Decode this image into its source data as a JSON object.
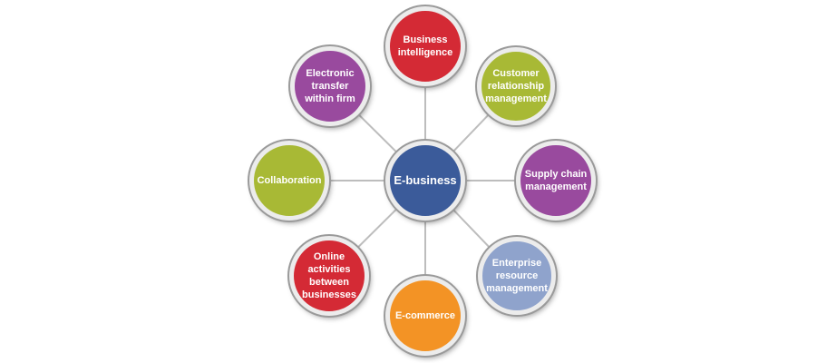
{
  "center": {
    "label": "E-business",
    "color": "#3b5b9a"
  },
  "nodes": [
    {
      "id": "business-intelligence",
      "label": "Business\nintelligence",
      "color": "#d42a35"
    },
    {
      "id": "customer-relationship-management",
      "label": "Customer\nrelationship\nmanagement",
      "color": "#a8b935"
    },
    {
      "id": "supply-chain-management",
      "label": "Supply chain\nmanagement",
      "color": "#994a9e"
    },
    {
      "id": "enterprise-resource-management",
      "label": "Enterprise\nresource\nmanagement",
      "color": "#8fa3cc"
    },
    {
      "id": "e-commerce",
      "label": "E-commerce",
      "color": "#f39325"
    },
    {
      "id": "online-activities-between-businesses",
      "label": "Online\nactivities\nbetween\nbusinesses",
      "color": "#d42a35"
    },
    {
      "id": "collaboration",
      "label": "Collaboration",
      "color": "#a8b935"
    },
    {
      "id": "electronic-transfer-within-firm",
      "label": "Electronic\ntransfer\nwithin firm",
      "color": "#994a9e"
    }
  ],
  "connector_color": "#bdbdbd"
}
